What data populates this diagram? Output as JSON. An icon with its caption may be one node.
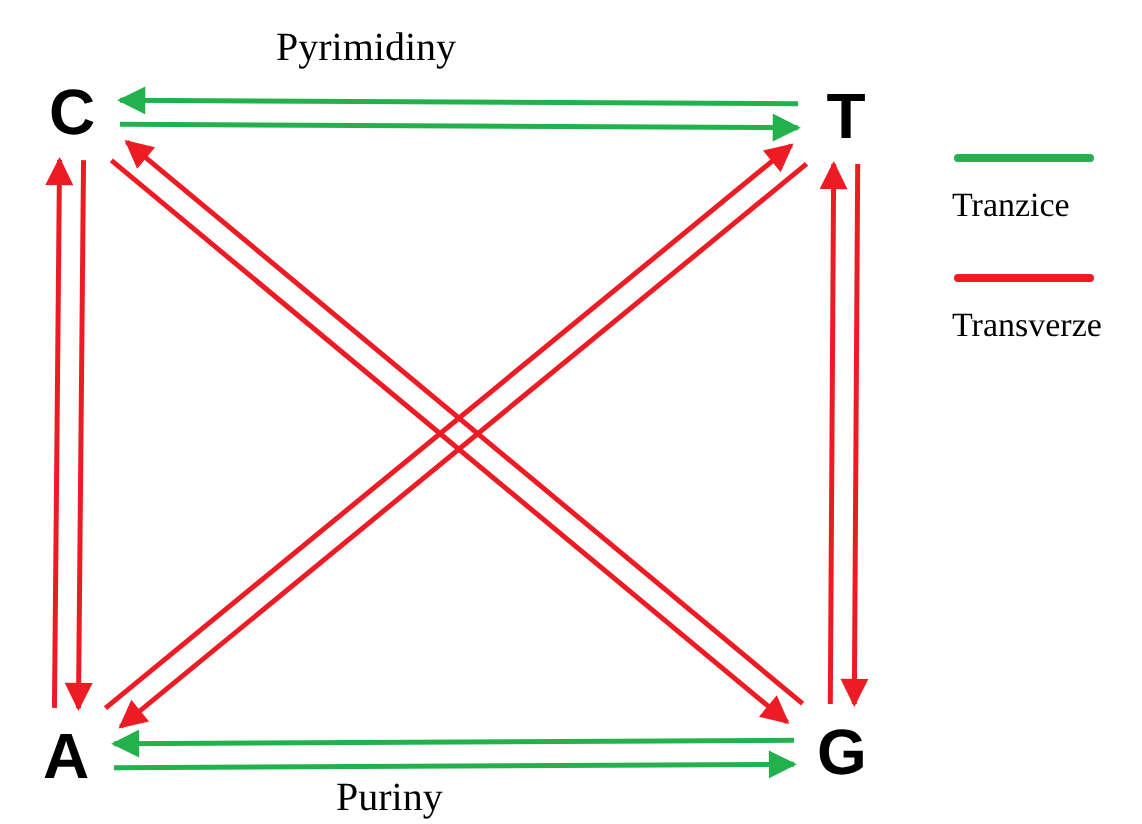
{
  "diagram": {
    "nodes": [
      {
        "text": [
          "C"
        ]
      },
      {
        "text": [
          "T"
        ]
      },
      {
        "text": [
          "A"
        ]
      },
      {
        "text": [
          "G"
        ]
      }
    ],
    "edges": [
      {
        "from": 1,
        "to": 0,
        "arrow": "to",
        "color": "#22b14c"
      },
      {
        "from": 0,
        "to": 1,
        "arrow": "to",
        "color": "#22b14c"
      },
      {
        "from": 3,
        "to": 2,
        "arrow": "to",
        "color": "#22b14c"
      },
      {
        "from": 2,
        "to": 3,
        "arrow": "to",
        "color": "#22b14c"
      },
      {
        "from": 2,
        "to": 0,
        "arrow": "to"
      },
      {
        "from": 0,
        "to": 2,
        "arrow": "to"
      },
      {
        "from": 3,
        "to": 0,
        "arrow": "to"
      },
      {
        "from": 0,
        "to": 3,
        "arrow": "to"
      },
      {
        "from": 2,
        "to": 1,
        "arrow": "to"
      },
      {
        "from": 1,
        "to": 2,
        "arrow": "to"
      },
      {
        "from": 3,
        "to": 1,
        "arrow": "to"
      },
      {
        "from": 1,
        "to": 3,
        "arrow": "to"
      }
    ],
    "labels": [
      "Pyrimidiny",
      "Puriny"
    ],
    "legend": [
      {
        "text": "Tranzice",
        "color": "#22b14c"
      },
      {
        "text": "Transverze",
        "color": "#ed1c24"
      }
    ]
  }
}
